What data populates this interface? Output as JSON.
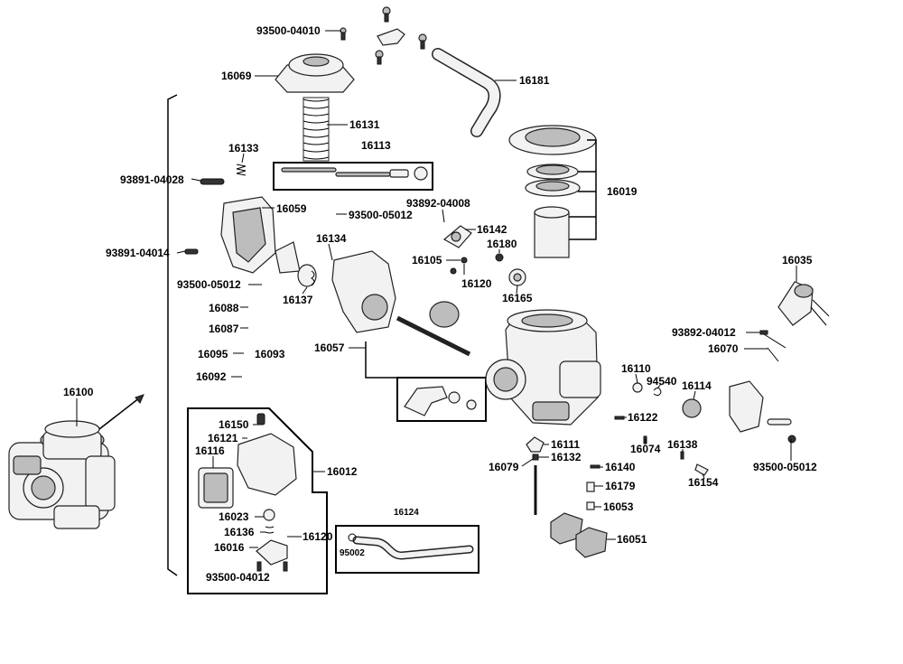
{
  "labels": {
    "p93500_04010": "93500-04010",
    "p16069": "16069",
    "p16181": "16181",
    "p16131": "16131",
    "p16133": "16133",
    "p16113": "16113",
    "p16019": "16019",
    "p93891_04028": "93891-04028",
    "p16059": "16059",
    "p93500_05012_a": "93500-05012",
    "p93892_04008": "93892-04008",
    "p16142": "16142",
    "p16134": "16134",
    "p16180": "16180",
    "p93891_04014": "93891-04014",
    "p16105": "16105",
    "p16120_a": "16120",
    "p16035": "16035",
    "p93500_05012_b": "93500-05012",
    "p16137": "16137",
    "p16165": "16165",
    "p16088": "16088",
    "p16087": "16087",
    "p93892_04012": "93892-04012",
    "p16070": "16070",
    "p16095": "16095",
    "p16093": "16093",
    "p16057": "16057",
    "p16092": "16092",
    "p16110": "16110",
    "p94540": "94540",
    "p16114": "16114",
    "p16100": "16100",
    "p16122": "16122",
    "p16150": "16150",
    "p16121": "16121",
    "p16116": "16116",
    "p16012": "16012",
    "p16111": "16111",
    "p16074": "16074",
    "p16138": "16138",
    "p16079": "16079",
    "p16132": "16132",
    "p93500_05012_c": "93500-05012",
    "p16140": "16140",
    "p16154": "16154",
    "p16179": "16179",
    "p16124": "16124",
    "p16023": "16023",
    "p16053": "16053",
    "p16136": "16136",
    "p16120_b": "16120",
    "p95002": "95002",
    "p16051": "16051",
    "p16016": "16016",
    "p93500_04012": "93500-04012"
  }
}
